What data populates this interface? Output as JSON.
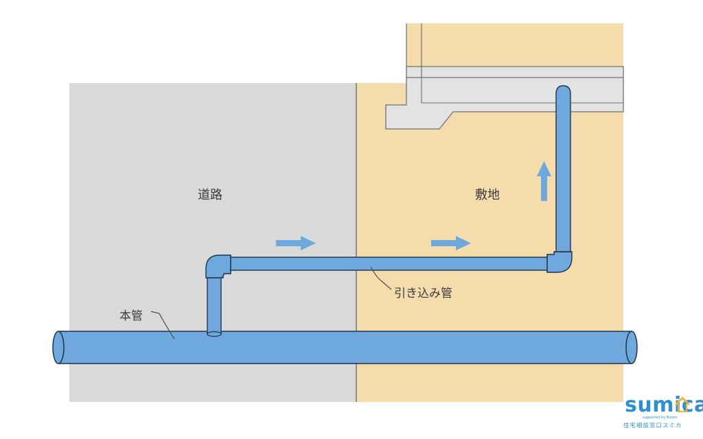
{
  "labels": {
    "road": "道路",
    "site": "敷地",
    "service_pipe": "引き込み管",
    "main_pipe": "本管"
  },
  "watermark": {
    "brand": "sumica",
    "tagline": "supported by Bloom",
    "subtitle": "住宅相談窓口スミカ"
  },
  "colors": {
    "road_fill": "#d9d9d9",
    "site_fill": "#f5dcad",
    "foundation_fill": "#e3e3e3",
    "pipe_fill": "#6fa8dc",
    "pipe_stroke": "#1f3347",
    "flow_arrow": "#6fa8dc",
    "brand": "#2e8fd1"
  },
  "icons": {
    "flow_arrows": [
      "arrow-right-icon",
      "arrow-right-icon",
      "arrow-up-icon"
    ],
    "brand_mark": "house-icon"
  }
}
